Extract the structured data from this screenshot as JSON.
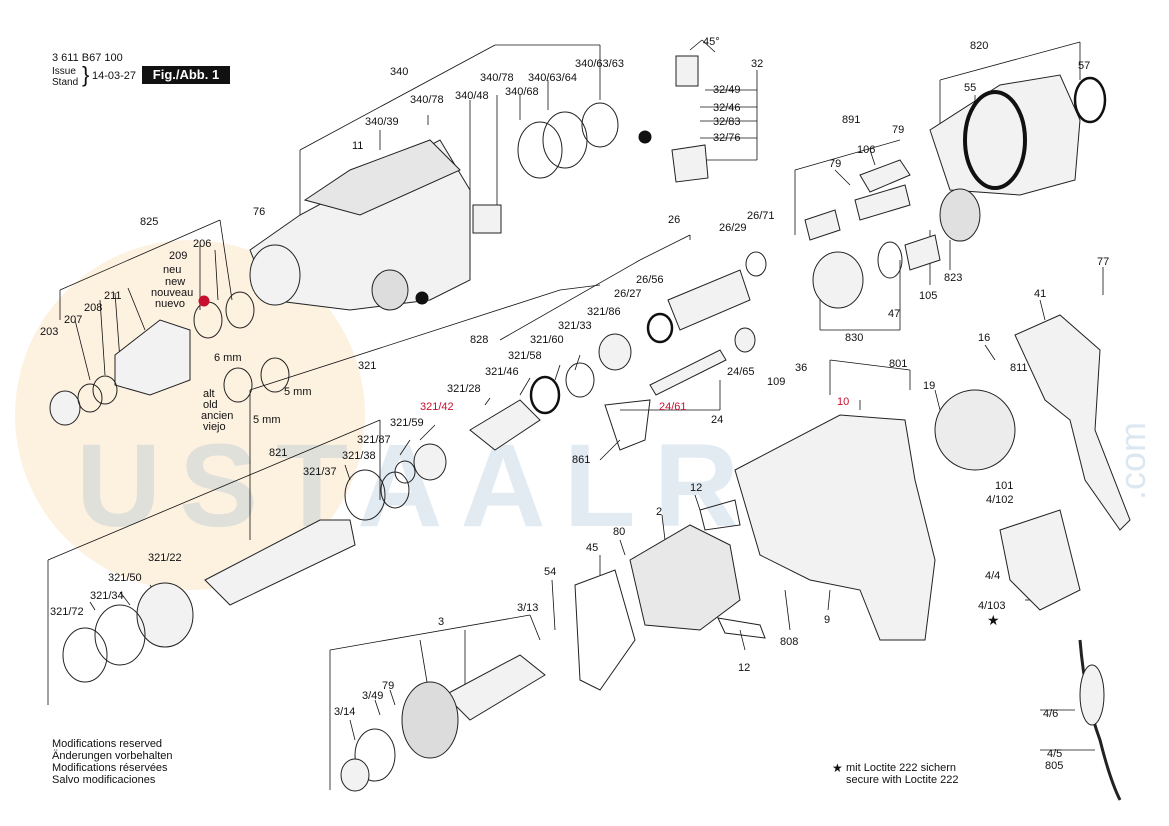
{
  "header": {
    "doc_number": "3 611 B67 100",
    "issue_label_1": "Issue",
    "issue_label_2": "Stand",
    "brace": "}",
    "date": "14-03-27",
    "fig_label": "Fig./Abb. 1"
  },
  "watermark": {
    "text": "USTAALRA",
    "suffix": ".com"
  },
  "footer": {
    "lines": [
      "Modifications reserved",
      "Änderungen vorbehalten",
      "Modifications réservées",
      "Salvo modificaciones"
    ]
  },
  "loctite_note": {
    "star": "★",
    "lines": [
      "mit Loctite 222 sichern",
      "secure with Loctite 222"
    ]
  },
  "star_mark": "★",
  "label_color_red": "#c8102e",
  "part_labels": [
    {
      "id": "p340",
      "text": "340"
    },
    {
      "id": "p340_39",
      "text": "340/39"
    },
    {
      "id": "p340_78a",
      "text": "340/78"
    },
    {
      "id": "p340_48",
      "text": "340/48"
    },
    {
      "id": "p340_78b",
      "text": "340/78"
    },
    {
      "id": "p340_68",
      "text": "340/68"
    },
    {
      "id": "p340_63_64",
      "text": "340/63/64"
    },
    {
      "id": "p340_63_63",
      "text": "340/63/63"
    },
    {
      "id": "p11",
      "text": "11"
    },
    {
      "id": "p45deg",
      "text": "45°"
    },
    {
      "id": "p32",
      "text": "32"
    },
    {
      "id": "p32_49",
      "text": "32/49"
    },
    {
      "id": "p32_46",
      "text": "32/46"
    },
    {
      "id": "p32_83",
      "text": "32/83"
    },
    {
      "id": "p32_76",
      "text": "32/76"
    },
    {
      "id": "p820",
      "text": "820"
    },
    {
      "id": "p55",
      "text": "55"
    },
    {
      "id": "p57",
      "text": "57"
    },
    {
      "id": "p891",
      "text": "891"
    },
    {
      "id": "p79a",
      "text": "79"
    },
    {
      "id": "p106",
      "text": "106"
    },
    {
      "id": "p79b",
      "text": "79"
    },
    {
      "id": "p825",
      "text": "825"
    },
    {
      "id": "p76",
      "text": "76"
    },
    {
      "id": "p209",
      "text": "209"
    },
    {
      "id": "p206",
      "text": "206"
    },
    {
      "id": "pneu",
      "text": "neu"
    },
    {
      "id": "pnew",
      "text": "new"
    },
    {
      "id": "pnouveau",
      "text": "nouveau"
    },
    {
      "id": "pnuevo",
      "text": "nuevo"
    },
    {
      "id": "p211",
      "text": "211"
    },
    {
      "id": "p208",
      "text": "208"
    },
    {
      "id": "p207",
      "text": "207"
    },
    {
      "id": "p203",
      "text": "203"
    },
    {
      "id": "p6mm",
      "text": "6 mm"
    },
    {
      "id": "palt",
      "text": "alt"
    },
    {
      "id": "pold",
      "text": "old"
    },
    {
      "id": "pancien",
      "text": "ancien"
    },
    {
      "id": "pviejo",
      "text": "viejo"
    },
    {
      "id": "p5mma",
      "text": "5 mm"
    },
    {
      "id": "p5mmb",
      "text": "5 mm"
    },
    {
      "id": "p26",
      "text": "26"
    },
    {
      "id": "p26_29",
      "text": "26/29"
    },
    {
      "id": "p26_71",
      "text": "26/71"
    },
    {
      "id": "p26_56",
      "text": "26/56"
    },
    {
      "id": "p26_27",
      "text": "26/27"
    },
    {
      "id": "p321_86",
      "text": "321/86"
    },
    {
      "id": "p321_33",
      "text": "321/33"
    },
    {
      "id": "p321_60",
      "text": "321/60"
    },
    {
      "id": "p321_58",
      "text": "321/58"
    },
    {
      "id": "p828",
      "text": "828"
    },
    {
      "id": "p321",
      "text": "321"
    },
    {
      "id": "p321_46",
      "text": "321/46"
    },
    {
      "id": "p321_28",
      "text": "321/28"
    },
    {
      "id": "p321_42",
      "text": "321/42",
      "red": true
    },
    {
      "id": "p321_59",
      "text": "321/59"
    },
    {
      "id": "p321_87",
      "text": "321/87"
    },
    {
      "id": "p321_38",
      "text": "321/38"
    },
    {
      "id": "p321_37",
      "text": "321/37"
    },
    {
      "id": "p821",
      "text": "821"
    },
    {
      "id": "p321_22",
      "text": "321/22"
    },
    {
      "id": "p321_50",
      "text": "321/50"
    },
    {
      "id": "p321_34",
      "text": "321/34"
    },
    {
      "id": "p321_72",
      "text": "321/72"
    },
    {
      "id": "p24_65",
      "text": "24/65"
    },
    {
      "id": "p24_61",
      "text": "24/61",
      "red": true
    },
    {
      "id": "p24",
      "text": "24"
    },
    {
      "id": "p861",
      "text": "861"
    },
    {
      "id": "p36",
      "text": "36"
    },
    {
      "id": "p109",
      "text": "109"
    },
    {
      "id": "p830",
      "text": "830"
    },
    {
      "id": "p47",
      "text": "47"
    },
    {
      "id": "p105",
      "text": "105"
    },
    {
      "id": "p823",
      "text": "823"
    },
    {
      "id": "p77",
      "text": "77"
    },
    {
      "id": "p41",
      "text": "41"
    },
    {
      "id": "p16",
      "text": "16"
    },
    {
      "id": "p811",
      "text": "811"
    },
    {
      "id": "p801",
      "text": "801"
    },
    {
      "id": "p19",
      "text": "19"
    },
    {
      "id": "p10",
      "text": "10",
      "red": true
    },
    {
      "id": "p101",
      "text": "101"
    },
    {
      "id": "p4_102",
      "text": "4/102"
    },
    {
      "id": "p4_4",
      "text": "4/4"
    },
    {
      "id": "p4_103",
      "text": "4/103"
    },
    {
      "id": "p4_6",
      "text": "4/6"
    },
    {
      "id": "p4_5",
      "text": "4/5"
    },
    {
      "id": "p805",
      "text": "805"
    },
    {
      "id": "p12a",
      "text": "12"
    },
    {
      "id": "p2",
      "text": "2"
    },
    {
      "id": "p80",
      "text": "80"
    },
    {
      "id": "p45",
      "text": "45"
    },
    {
      "id": "p54",
      "text": "54"
    },
    {
      "id": "p3_13",
      "text": "3/13"
    },
    {
      "id": "p3",
      "text": "3"
    },
    {
      "id": "p79c",
      "text": "79"
    },
    {
      "id": "p3_49",
      "text": "3/49"
    },
    {
      "id": "p3_14",
      "text": "3/14"
    },
    {
      "id": "p12b",
      "text": "12"
    },
    {
      "id": "p808",
      "text": "808"
    },
    {
      "id": "p9",
      "text": "9"
    }
  ]
}
